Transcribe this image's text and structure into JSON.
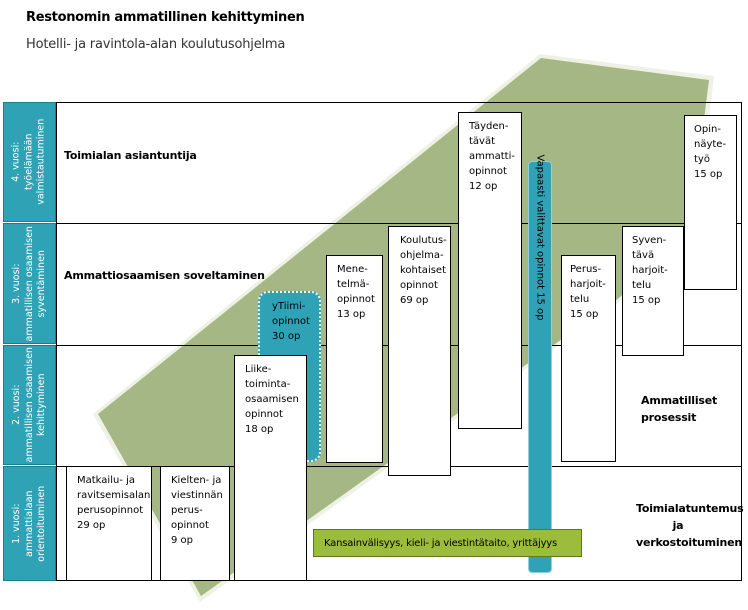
{
  "header": {
    "title": "Restonomin ammatillinen kehittyminen",
    "subtitle": "Hotelli- ja ravintola-alan koulutusohjelma"
  },
  "colors": {
    "year_column": "#2fa3b5",
    "progression_arrow": "#a5b785",
    "skills_bar": "#9bbd3b",
    "elective_bar": "#2fa3b5"
  },
  "years": [
    {
      "label": "4. vuosi:\ntyöelämään\nvalmistautuminen",
      "row_label": "Toimialan asiantuntija"
    },
    {
      "label": "3. vuosi:\nammatillisen osaamisen\nsyventäminen",
      "row_label": "Ammattiosaamisen soveltaminen"
    },
    {
      "label": "2. vuosi:\nammatillisen osaamisen\nkehittyminen",
      "row_label": "Ammatilliset\nprosessit"
    },
    {
      "label": "1. vuosi:\nammattialaan\norientoituminen",
      "row_label": "Toimialatuntemus\nja\nverkostoituminen"
    }
  ],
  "courses": [
    {
      "name": "Matkailu- ja\nravitsemisalan\nperusopinnot",
      "credits": "29 op"
    },
    {
      "name": "Kielten- ja\nviestinnän\nperus-\nopinnot",
      "credits": "9 op"
    },
    {
      "name": "Liike-\ntoiminta-\nosaamisen\nopinnot",
      "credits": "18 op"
    },
    {
      "name": "yTiimi-\nopinnot",
      "credits": "30 op"
    },
    {
      "name": "Mene-\ntelmä-\nopinnot",
      "credits": "13 op"
    },
    {
      "name": "Koulutus-\nohjelma-\nkohtaiset\nopinnot",
      "credits": "69 op"
    },
    {
      "name": "Täyden-\ntävät\nammatti-\nopinnot",
      "credits": "12 op"
    },
    {
      "name": "Perus-\nharjoit-\ntelu",
      "credits": "15 op"
    },
    {
      "name": "Syven-\ntävä\nharjoit-\ntelu",
      "credits": "15 op"
    },
    {
      "name": "Opin-\nnäyte-\ntyö",
      "credits": "15 op"
    }
  ],
  "elective": {
    "label": "Vapaasti valittavat opinnot 15 op"
  },
  "skills_bar": {
    "label": "Kansainvälisyys, kieli- ja viestintätaito, yrittäjyys"
  }
}
